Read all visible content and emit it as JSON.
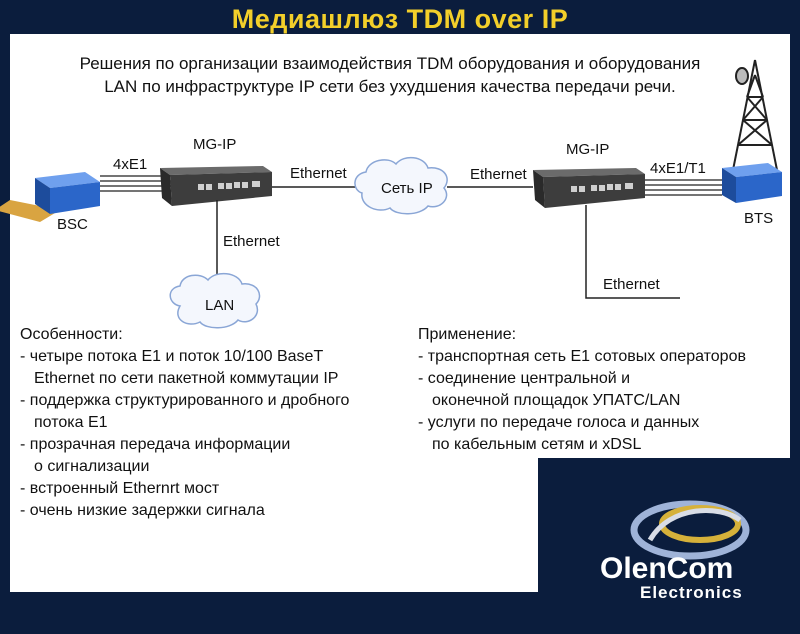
{
  "title": "Медиашлюз TDM over IP",
  "subtitle_line1": "Решения по организации взаимодействия TDM оборудования и оборудования",
  "subtitle_line2": "LAN по инфраструктуре IP сети без ухудшения качества передачи речи.",
  "diagram": {
    "bsc_label": "BSC",
    "bts_label": "BTS",
    "link_left_label": "4xE1",
    "link_right_label": "4xE1/T1",
    "mg_left_label": "MG-IP",
    "mg_right_label": "MG-IP",
    "ethernet_left_top": "Ethernet",
    "ethernet_right_top": "Ethernet",
    "ethernet_left_down": "Ethernet",
    "ethernet_right_down": "Ethernet",
    "cloud_ip_label": "Сеть IP",
    "cloud_lan_label": "LAN"
  },
  "features": {
    "heading": "Особенности:",
    "lines": [
      "- четыре потока E1 и поток 10/100 BaseT",
      "  Ethernet по сети пакетной коммутации IP",
      "- поддержка структурированного и дробного",
      "  потока E1",
      "- прозрачная передача информации",
      "  о сигнализации",
      "- встроенный Ethernrt мост",
      "- очень низкие задержки сигнала"
    ]
  },
  "applications": {
    "heading": "Применение:",
    "lines": [
      "- транспортная сеть E1 сотовых операторов",
      "- соединение центральной и",
      "  оконечной площадок УПАТС/LAN",
      "- услуги по передаче голоса и данных",
      "  по кабельным сетям и xDSL"
    ]
  },
  "logo": {
    "name": "OlenCom",
    "sub": "Electronics"
  },
  "colors": {
    "background": "#0b1d3d",
    "title": "#f3cf2a",
    "equipment_blue": "#2b66c9",
    "cable_orange": "#d9a441"
  }
}
